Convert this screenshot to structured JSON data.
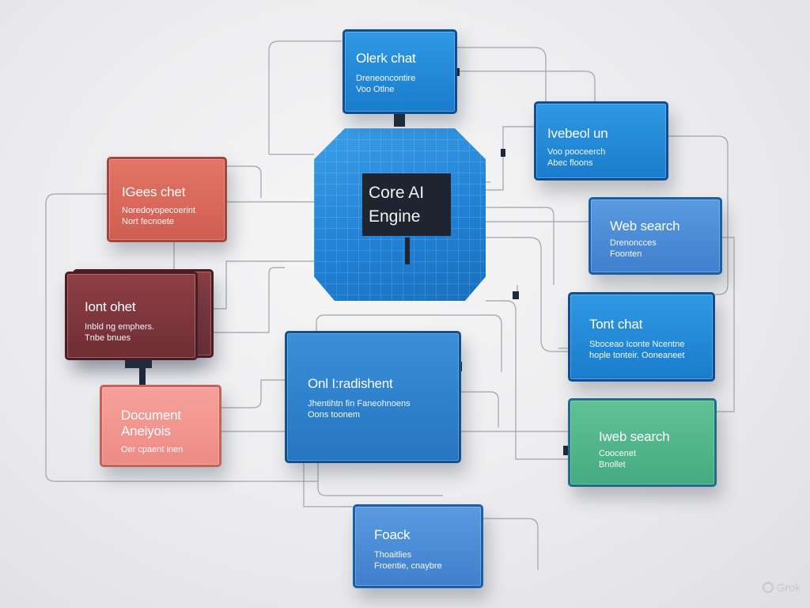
{
  "diagram": {
    "core": {
      "line1": "Core AI",
      "line2": "Engine"
    },
    "nodes": {
      "top": {
        "title": "Olerk chat",
        "sub1": "Dreneoncontire",
        "sub2": "Voo Otlne"
      },
      "right1": {
        "title": "Ivebeol un",
        "sub1": "Voo pooceerch",
        "sub2": "Abec floons"
      },
      "right2": {
        "title": "Web search",
        "sub1": "Drenoncces",
        "sub2": "Foonten"
      },
      "right3": {
        "title": "Tont chat",
        "sub1": "Sboceao Iconte Ncentne",
        "sub2": "hople tonteir. Ooneaneet"
      },
      "right4": {
        "title": "Iweb search",
        "sub1": "Coocenet",
        "sub2": "Bnollet"
      },
      "left1": {
        "title": "IGees chet",
        "sub1": "Noredoyopecoerint",
        "sub2": "Nort fecnoete"
      },
      "left2": {
        "title": "Iont ohet",
        "sub1": "Inbld ng emphers.",
        "sub2": "Tnbe bnues"
      },
      "left3": {
        "title1": "Document",
        "title2": "Aneiyois",
        "sub1": "Oer cpaent inen"
      },
      "center": {
        "title": "Onl I:radishent",
        "sub1": "Jhentihtn fin Faneohnoens",
        "sub2": "Oons toonem"
      },
      "bottom": {
        "title": "Foack",
        "sub1": "Thoaitlies",
        "sub2": "Froentie, cnaybre"
      }
    },
    "watermark": "Grok"
  }
}
